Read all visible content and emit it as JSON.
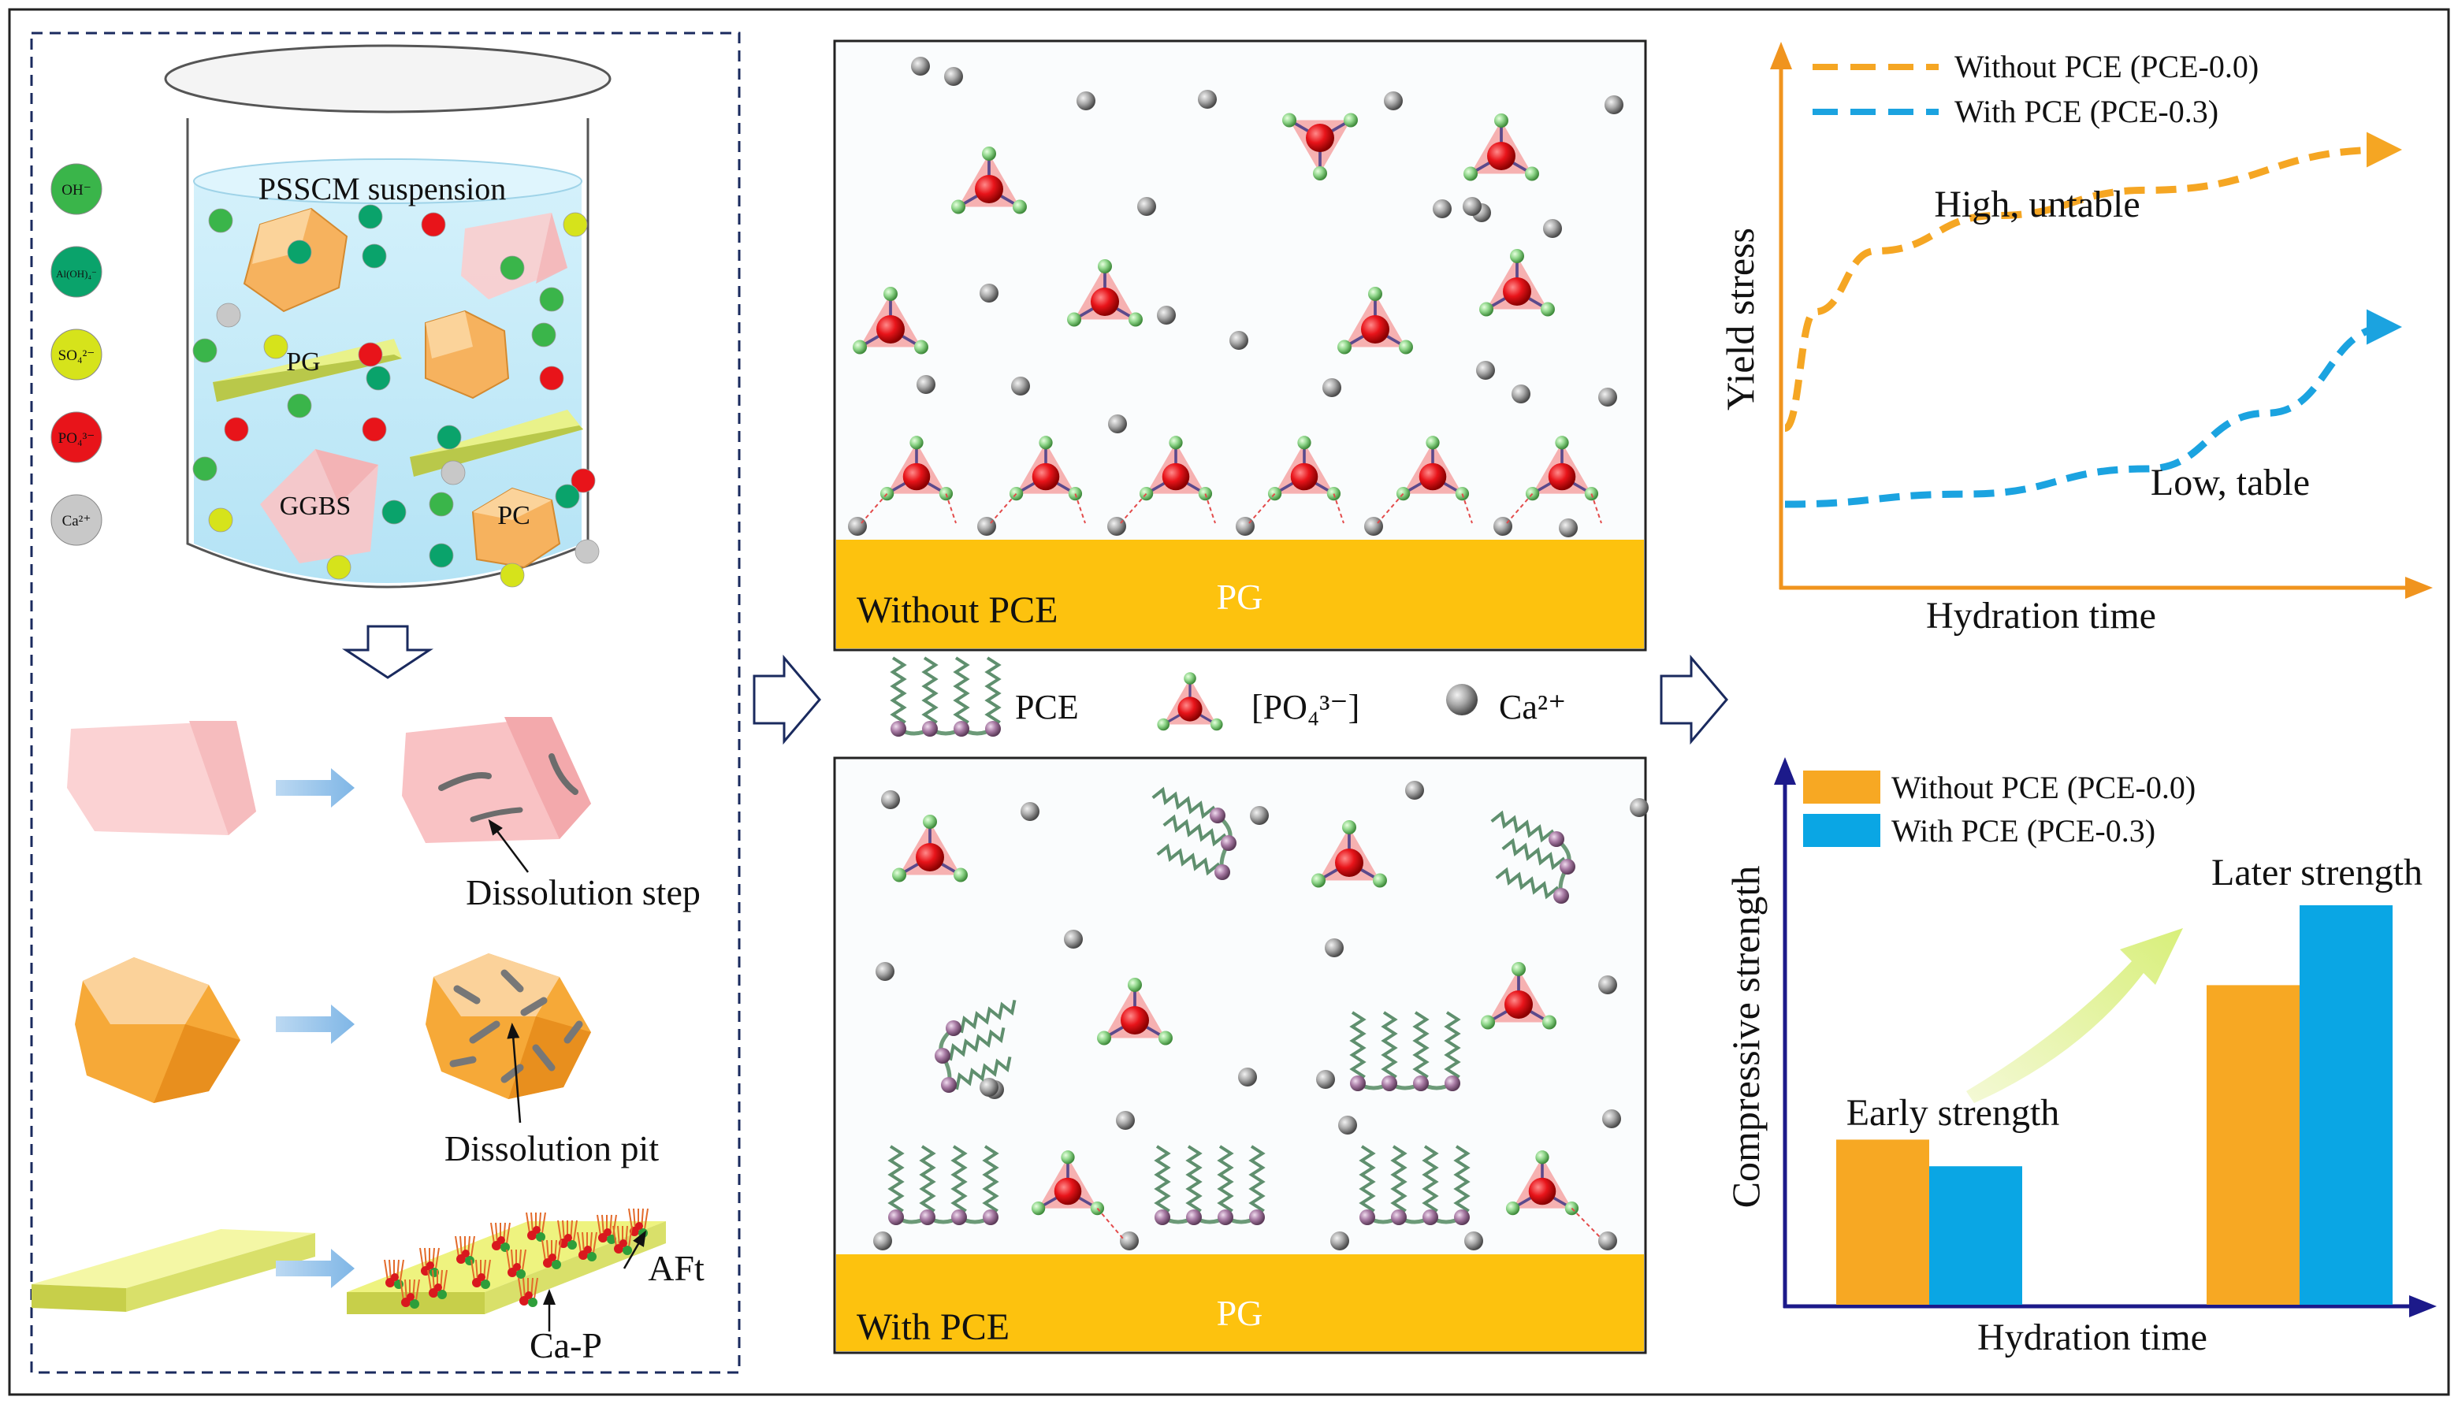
{
  "left_panel": {
    "suspension_label": "PSSCM suspension",
    "ions": [
      {
        "label": "OH⁻",
        "color": "#3ab54a"
      },
      {
        "label": "Al(OH)₄⁻",
        "color": "#0aa36b"
      },
      {
        "label": "SO₄²⁻",
        "color": "#d6e31b"
      },
      {
        "label": "PO₄³⁻",
        "color": "#e8141a"
      },
      {
        "label": "Ca²⁺",
        "color": "#c8c8c8"
      }
    ],
    "particles": {
      "pg": "PG",
      "ggbs": "GGBS",
      "pc": "PC"
    },
    "dissolution_step": "Dissolution step",
    "dissolution_pit": "Dissolution pit",
    "aft": "AFt",
    "cap": "Ca-P"
  },
  "middle_panel": {
    "top_box_label": "Without PCE",
    "bottom_box_label": "With PCE",
    "substrate_label": "PG",
    "legend": {
      "pce": "PCE",
      "po4": "[PO₄³⁻]",
      "ca": "Ca²⁺"
    }
  },
  "yield_chart": {
    "title": "",
    "xlabel": "Hydration time",
    "ylabel": "Yield stress",
    "legend": [
      "Without PCE (PCE-0.0)",
      "With PCE (PCE-0.3)"
    ],
    "annotations": {
      "high": "High, untable",
      "low": "Low, table"
    },
    "colors": {
      "without": "#f5a623",
      "with": "#1ba3e0",
      "axis": "#f0941e"
    }
  },
  "chart_data": [
    {
      "type": "line",
      "title": "",
      "xlabel": "Hydration time",
      "ylabel": "Yield stress",
      "legend_position": "top-left",
      "series": [
        {
          "name": "Without PCE (PCE-0.0)",
          "x": [
            0,
            0.05,
            0.15,
            0.35,
            0.6,
            1.0
          ],
          "values": [
            0.35,
            0.58,
            0.7,
            0.77,
            0.82,
            0.9
          ]
        },
        {
          "name": "With PCE (PCE-0.3)",
          "x": [
            0,
            0.3,
            0.6,
            0.8,
            1.0
          ],
          "values": [
            0.2,
            0.22,
            0.27,
            0.38,
            0.55
          ]
        }
      ],
      "ylim": [
        0,
        1
      ],
      "xlim": [
        0,
        1
      ]
    },
    {
      "type": "bar",
      "title": "",
      "xlabel": "Hydration time",
      "ylabel": "Compressive strength",
      "categories": [
        "Early strength",
        "Later strength"
      ],
      "legend_position": "top-left",
      "series": [
        {
          "name": "Without PCE (PCE-0.0)",
          "values": [
            0.31,
            0.6
          ]
        },
        {
          "name": "With PCE (PCE-0.3)",
          "values": [
            0.26,
            0.75
          ]
        }
      ],
      "ylim": [
        0,
        1
      ]
    }
  ],
  "strength_chart": {
    "xlabel": "Hydration time",
    "ylabel": "Compressive strength",
    "legend": [
      "Without PCE (PCE-0.0)",
      "With PCE (PCE-0.3)"
    ],
    "early_label": "Early strength",
    "later_label": "Later strength",
    "colors": {
      "without": "#f7a823",
      "with": "#0aa6e4",
      "axis": "#1c1a8a"
    }
  }
}
